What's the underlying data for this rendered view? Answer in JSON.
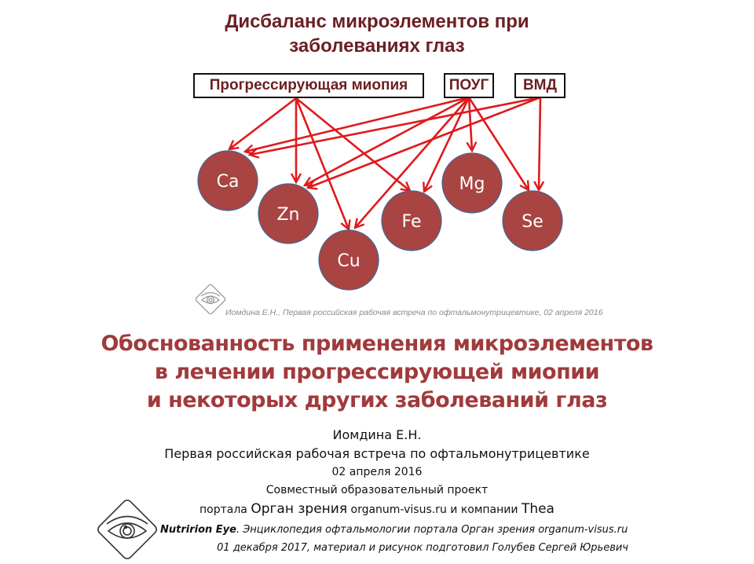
{
  "diagram": {
    "title_line1": "Дисбаланс микроэлементов при",
    "title_line2": "заболеваниях глаз",
    "diseases": [
      {
        "id": "myopia",
        "label": "Прогрессирующая миопия",
        "targets": [
          "Ca",
          "Zn",
          "Cu",
          "Fe"
        ]
      },
      {
        "id": "pouг",
        "label": "ПОУГ",
        "targets": [
          "Ca",
          "Zn",
          "Cu",
          "Fe",
          "Mg",
          "Se"
        ]
      },
      {
        "id": "vmd",
        "label": "ВМД",
        "targets": [
          "Ca",
          "Zn",
          "Se"
        ]
      }
    ],
    "elements": [
      {
        "symbol": "Ca"
      },
      {
        "symbol": "Zn"
      },
      {
        "symbol": "Cu"
      },
      {
        "symbol": "Fe"
      },
      {
        "symbol": "Mg"
      },
      {
        "symbol": "Se"
      }
    ],
    "colors": {
      "title": "#6b1f23",
      "arrow": "#e0191c",
      "circle_fill": "#a84442",
      "circle_stroke": "#3d6a9a"
    },
    "credit": "Иомдина Е.Н., Первая российская рабочая встреча по офтальмонутрицевтике, 02 апреля 2016",
    "logo_icon": "eye-diamond-icon"
  },
  "main": {
    "title_line1": "Обоснованность применения микроэлементов",
    "title_line2": "в лечении прогрессирующей миопии",
    "title_line3": "и некоторых других заболеваний глаз",
    "author": "Иомдина Е.Н.",
    "event": "Первая российская рабочая встреча по офтальмонутрицевтике",
    "date": "02 апреля 2016",
    "project": "Совместный образовательный проект",
    "portal_prefix": "портала",
    "portal_name": "Орган зрения",
    "portal_mid": "organum-visus.ru и компании",
    "company": "Thea"
  },
  "footer": {
    "brand": "Nutririon Eye",
    "line1_rest": ". Энциклопедия офтальмологии портала Орган зрения organum-visus.ru",
    "line2": "01 декабря 2017, материал и рисунок подготовил Голубев Сергей Юрьевич",
    "logo_icon": "eye-diamond-icon"
  }
}
